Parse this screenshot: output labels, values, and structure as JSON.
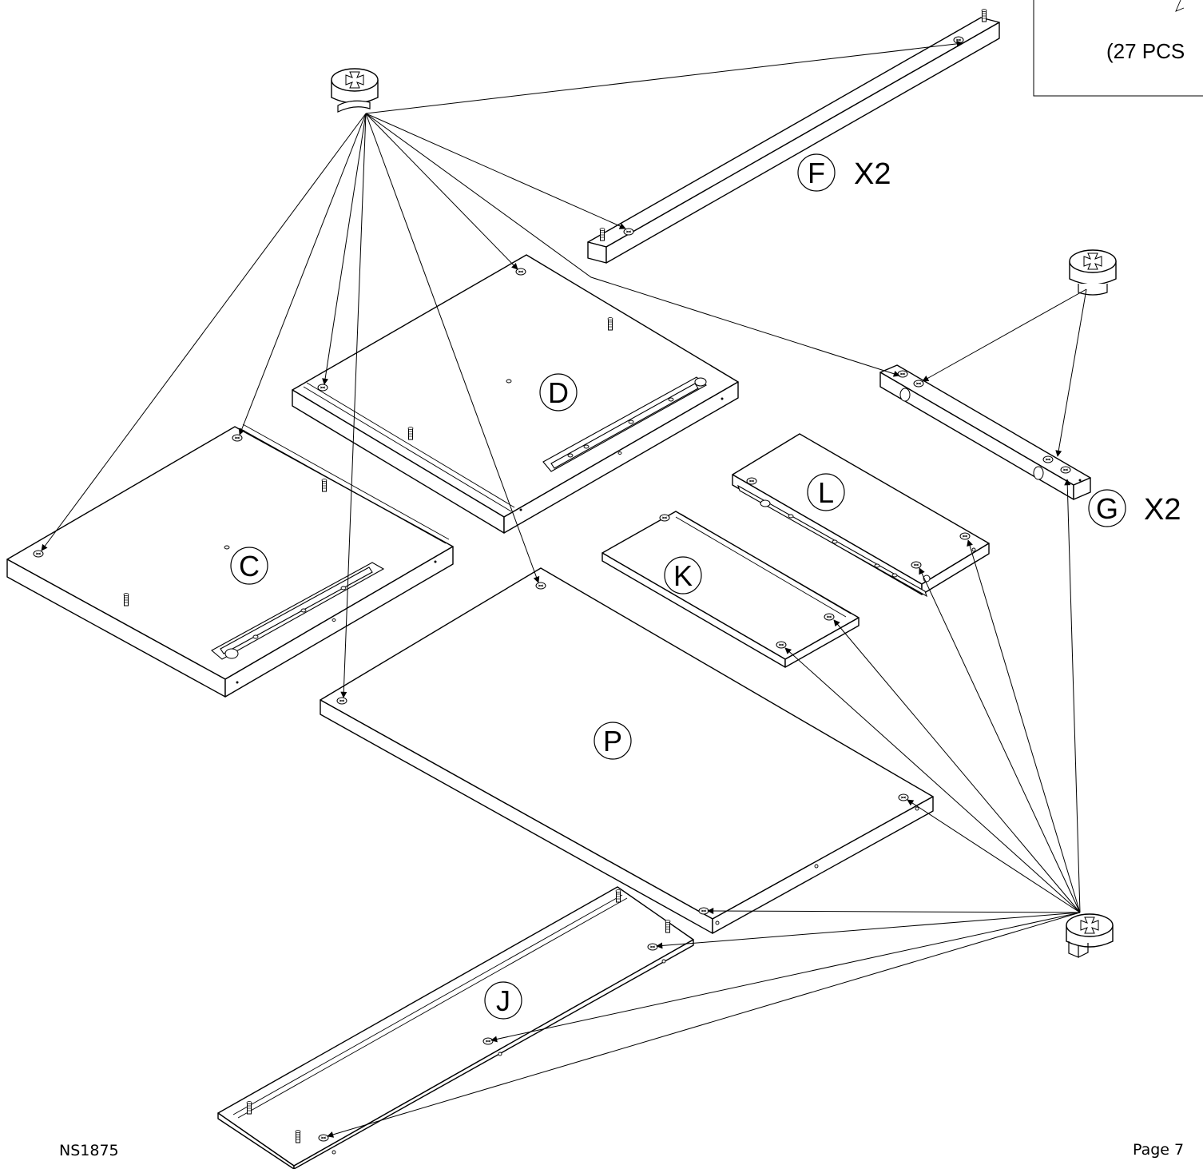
{
  "parts": {
    "C": "C",
    "D": "D",
    "F": "F",
    "G": "G",
    "J": "J",
    "K": "K",
    "L": "L",
    "P": "P"
  },
  "quantities": {
    "F": "X2",
    "G": "X2"
  },
  "hardware_box": {
    "count_text": "(27 PCS"
  },
  "footer": {
    "model": "NS1875",
    "page": "Page 7"
  }
}
